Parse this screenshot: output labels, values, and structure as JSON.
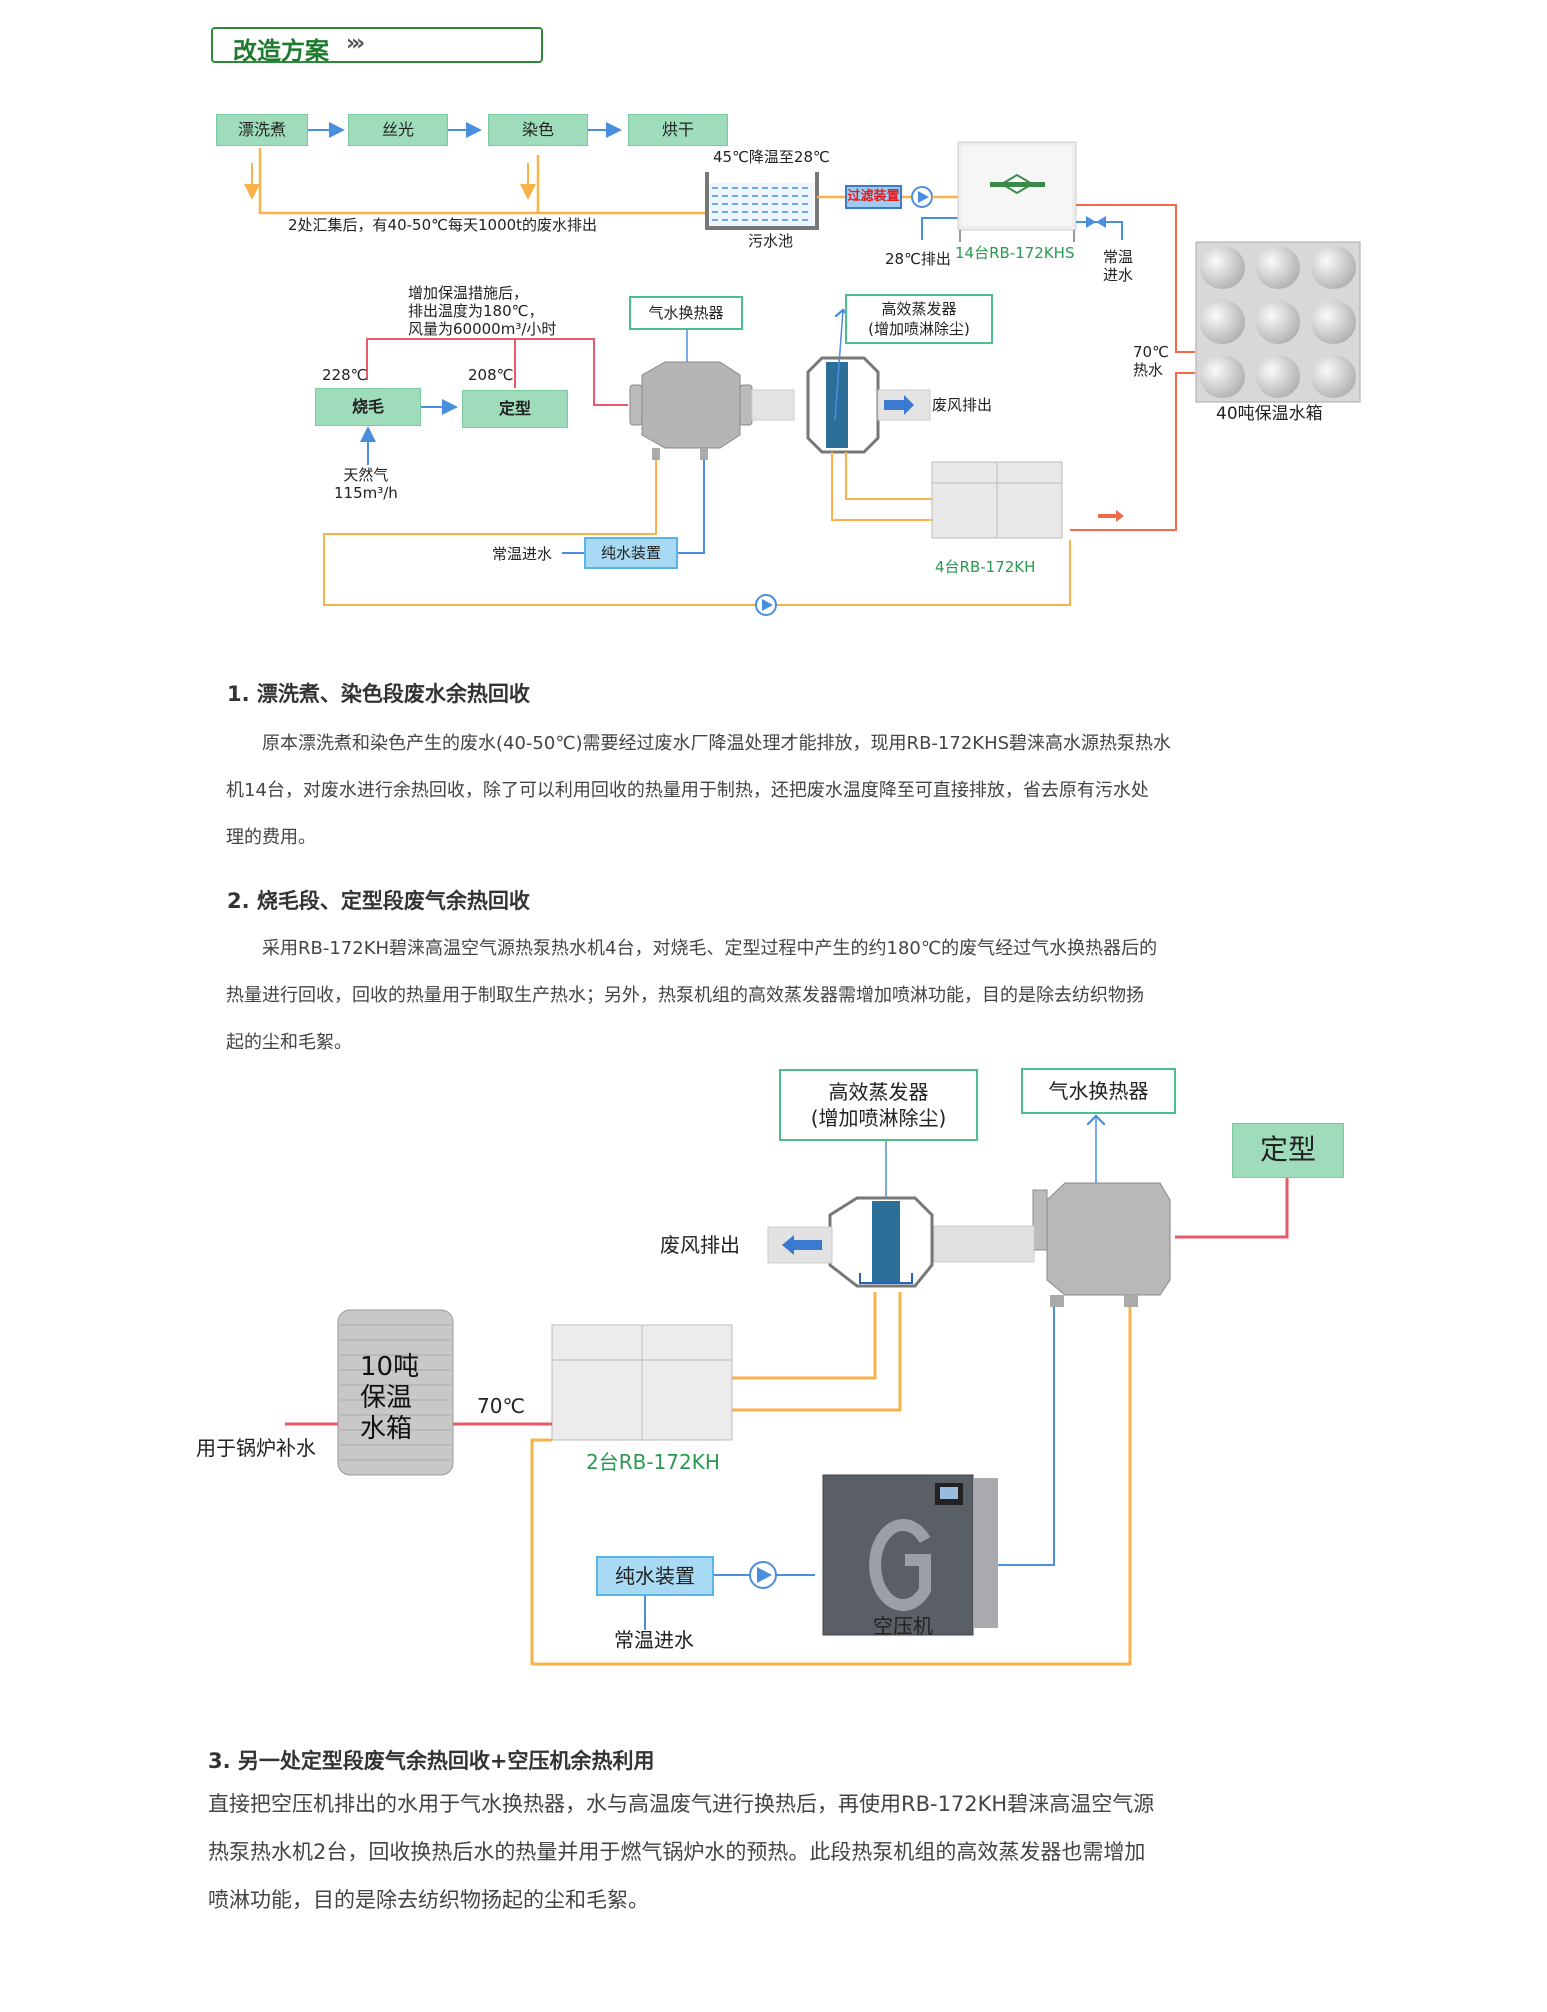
{
  "banner": {
    "title": "改造方案",
    "chevrons": "›››"
  },
  "diagram1": {
    "process_steps": [
      "漂洗煮",
      "丝光",
      "染色",
      "烘干"
    ],
    "drain_note": "2处汇集后，有40-50℃每天1000t的废水排出",
    "pool_temp": "45℃降温至28℃",
    "pool_label": "污水池",
    "filter_label": "过滤装置",
    "discharge_label": "28℃排出",
    "unit_label": "14台RB-172KHS",
    "inlet_label_1": "常温",
    "inlet_label_2": "进水",
    "hot_water_1": "70℃",
    "hot_water_2": "热水",
    "tank_label": "40吨保温水箱",
    "exhaust_note": [
      "增加保温措施后，",
      "排出温度为180℃，",
      "风量为60000m³/小时"
    ],
    "singe_temp": "228℃",
    "setting_temp": "208℃",
    "singe_label": "烧毛",
    "setting_label": "定型",
    "gas_label_1": "天然气",
    "gas_label_2": "115m³/h",
    "exchanger_label": "气水换热器",
    "evaporator_label_1": "高效蒸发器",
    "evaporator_label_2": "(增加喷淋除尘)",
    "exhaust_out": "废风排出",
    "inlet_water": "常温进水",
    "pure_water": "纯水装置",
    "kh_unit_label": "4台RB-172KH"
  },
  "sections": [
    {
      "heading": "1. 漂洗煮、染色段废水余热回收",
      "lines": [
        "　　原本漂洗煮和染色产生的废水(40-50℃)需要经过废水厂降温处理才能排放，现用RB-172KHS碧涞高水源热泵热水",
        "机14台，对废水进行余热回收，除了可以利用回收的热量用于制热，还把废水温度降至可直接排放，省去原有污水处",
        "理的费用。"
      ]
    },
    {
      "heading": "2. 烧毛段、定型段废气余热回收",
      "lines": [
        "　　采用RB-172KH碧涞高温空气源热泵热水机4台，对烧毛、定型过程中产生的约180℃的废气经过气水换热器后的",
        "热量进行回收，回收的热量用于制取生产热水；另外，热泵机组的高效蒸发器需增加喷淋功能，目的是除去纺织物扬",
        "起的尘和毛絮。"
      ]
    },
    {
      "heading": "3.  另一处定型段废气余热回收+空压机余热利用",
      "lines": [
        "直接把空压机排出的水用于气水换热器，水与高温废气进行换热后，再使用RB-172KH碧涞高温空气源",
        "热泵热水机2台，回收换热后水的热量并用于燃气锅炉水的预热。此段热泵机组的高效蒸发器也需增加",
        "喷淋功能，目的是除去纺织物扬起的尘和毛絮。"
      ]
    }
  ],
  "diagram2": {
    "evaporator_label_1": "高效蒸发器",
    "evaporator_label_2": "(增加喷淋除尘)",
    "exchanger_label": "气水换热器",
    "setting_label": "定型",
    "exhaust_out": "废风排出",
    "tank_label": [
      "10吨",
      "保温",
      "水箱"
    ],
    "boiler_label": "用于锅炉补水",
    "hot_temp": "70℃",
    "unit_label": "2台RB-172KH",
    "pure_water": "纯水装置",
    "inlet_water": "常温进水",
    "compressor_label": "空压机"
  },
  "colors": {
    "brand_green": "#1f7a2e",
    "pipe_orange": "#f9b24a",
    "pipe_red": "#e85a6a",
    "pipe_blue": "#4a8ee0",
    "label_green": "#2a9a52"
  }
}
